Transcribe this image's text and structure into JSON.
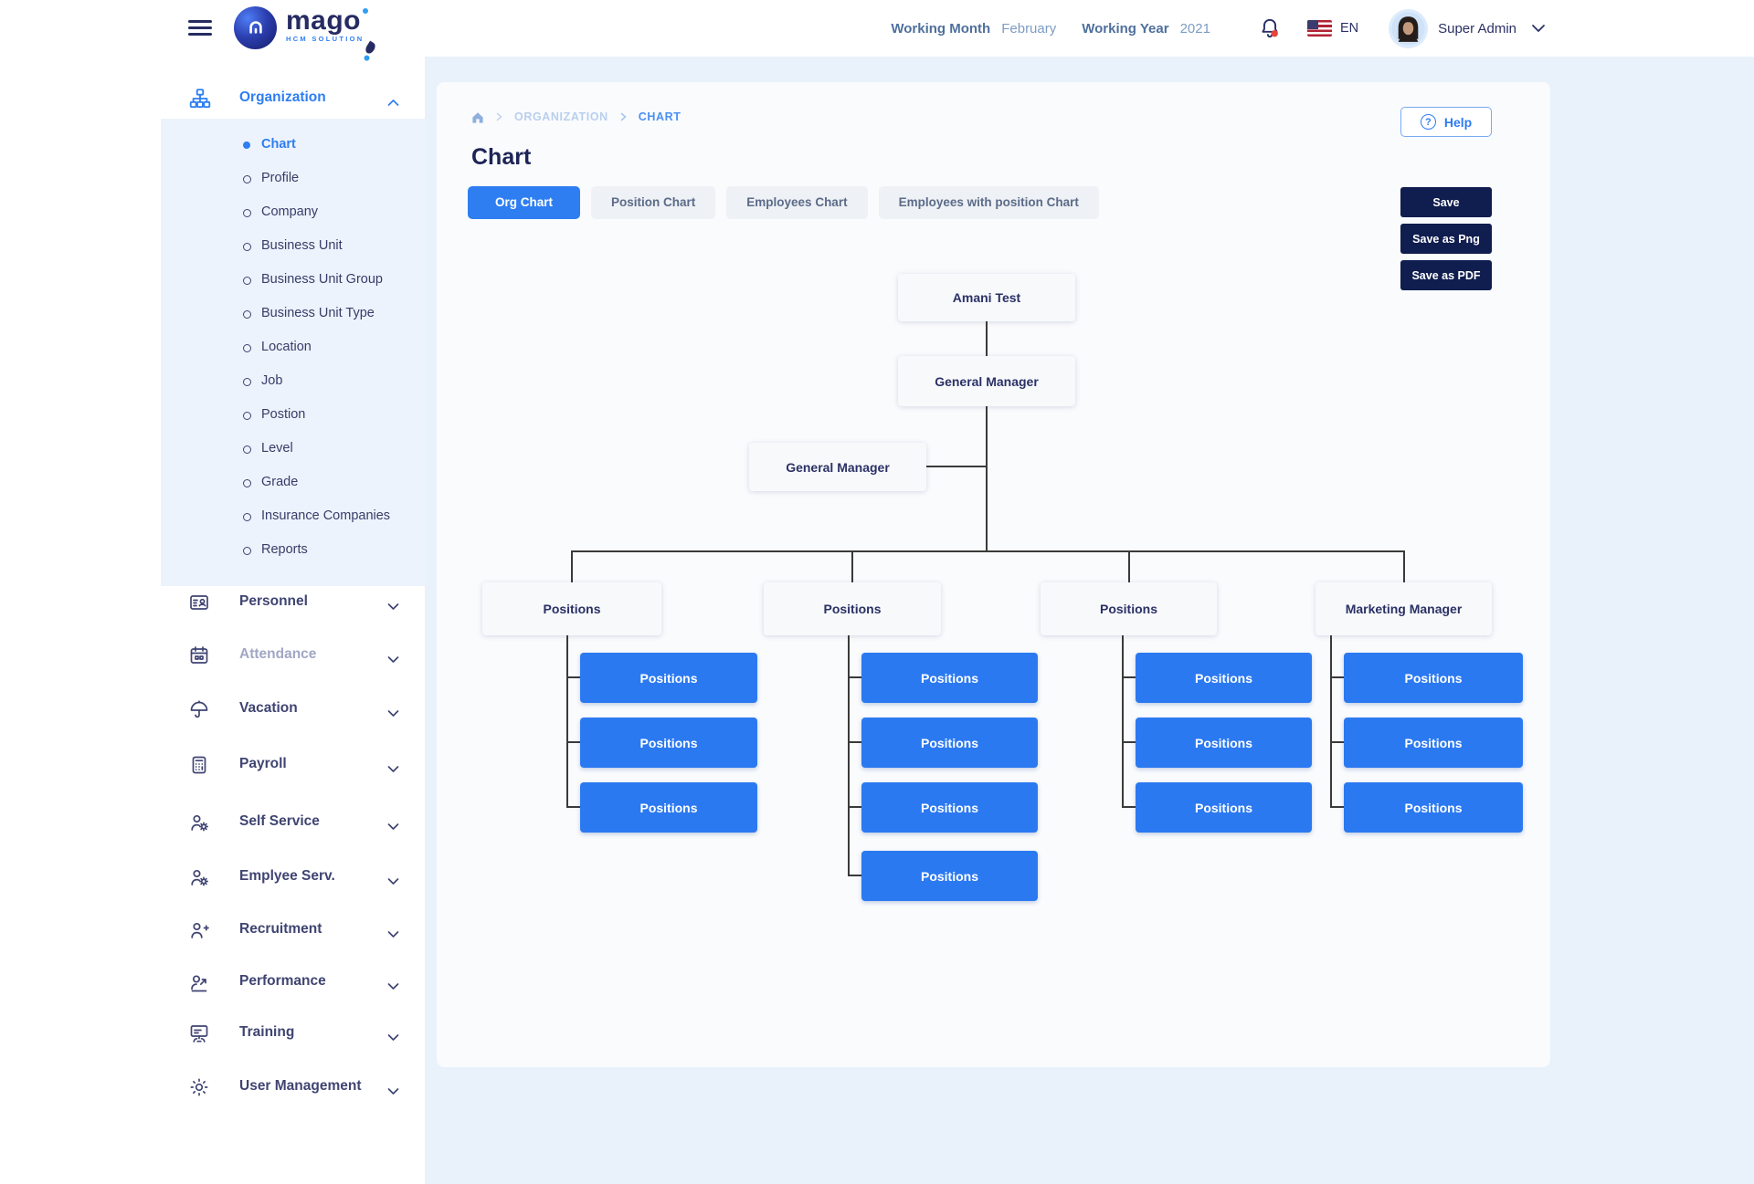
{
  "app": {
    "brand": "mago",
    "brand_sub": "HCM SOLUTION"
  },
  "header": {
    "working_month_label": "Working Month",
    "working_month_value": "February",
    "working_year_label": "Working Year",
    "working_year_value": "2021",
    "language": "EN",
    "user_name": "Super Admin"
  },
  "sidebar": {
    "organization": {
      "label": "Organization",
      "icon": "org-chart-icon",
      "expanded": true
    },
    "org_items": [
      {
        "label": "Chart",
        "active": true
      },
      {
        "label": "Profile"
      },
      {
        "label": "Company"
      },
      {
        "label": "Business Unit"
      },
      {
        "label": "Business Unit Group"
      },
      {
        "label": "Business Unit Type"
      },
      {
        "label": "Location"
      },
      {
        "label": "Job"
      },
      {
        "label": "Postion"
      },
      {
        "label": "Level"
      },
      {
        "label": "Grade"
      },
      {
        "label": "Insurance Companies"
      },
      {
        "label": "Reports"
      }
    ],
    "sections": [
      {
        "label": "Personnel",
        "icon": "id-card-icon"
      },
      {
        "label": "Attendance",
        "icon": "calendar-icon",
        "muted": true
      },
      {
        "label": "Vacation",
        "icon": "umbrella-icon"
      },
      {
        "label": "Payroll",
        "icon": "calculator-icon"
      },
      {
        "label": "Self Service",
        "icon": "person-gear-icon"
      },
      {
        "label": "Emplyee Serv.",
        "icon": "person-gear-icon"
      },
      {
        "label": "Recruitment",
        "icon": "person-plus-icon"
      },
      {
        "label": "Performance",
        "icon": "person-trend-icon"
      },
      {
        "label": "Training",
        "icon": "training-icon"
      },
      {
        "label": "User Management",
        "icon": "gear-icon"
      }
    ]
  },
  "breadcrumb": {
    "home_icon": "home-icon",
    "items": [
      "ORGANIZATION",
      "CHART"
    ]
  },
  "page": {
    "title": "Chart",
    "help_label": "Help"
  },
  "tabs": [
    {
      "label": "Org Chart",
      "active": true
    },
    {
      "label": "Position Chart"
    },
    {
      "label": "Employees Chart"
    },
    {
      "label": "Employees with position Chart"
    }
  ],
  "actions": [
    {
      "label": "Save"
    },
    {
      "label": "Save as Png"
    },
    {
      "label": "Save as PDF"
    }
  ],
  "org_chart": {
    "root": "Amani Test",
    "manager": "General Manager",
    "assistant": "General Manager",
    "branches": [
      {
        "parent": "Positions",
        "children": [
          "Positions",
          "Positions",
          "Positions"
        ]
      },
      {
        "parent": "Positions",
        "children": [
          "Positions",
          "Positions",
          "Positions",
          "Positions"
        ]
      },
      {
        "parent": "Positions",
        "children": [
          "Positions",
          "Positions",
          "Positions"
        ]
      },
      {
        "parent": "Marketing Manager",
        "children": [
          "Positions",
          "Positions",
          "Positions"
        ]
      }
    ]
  },
  "colors": {
    "accent_blue": "#2e7ef2",
    "node_blue": "#2b79f1",
    "dark_navy_button": "#101d4f",
    "sidebar_text": "#3f4472",
    "page_bg": "#e9f1fb",
    "submenu_bg": "#ecf3fc",
    "card_bg": "#fafbfd",
    "active_crumb": "#4a90f4",
    "muted_crumb": "#b9cfee",
    "notification_red": "#e8443b"
  }
}
